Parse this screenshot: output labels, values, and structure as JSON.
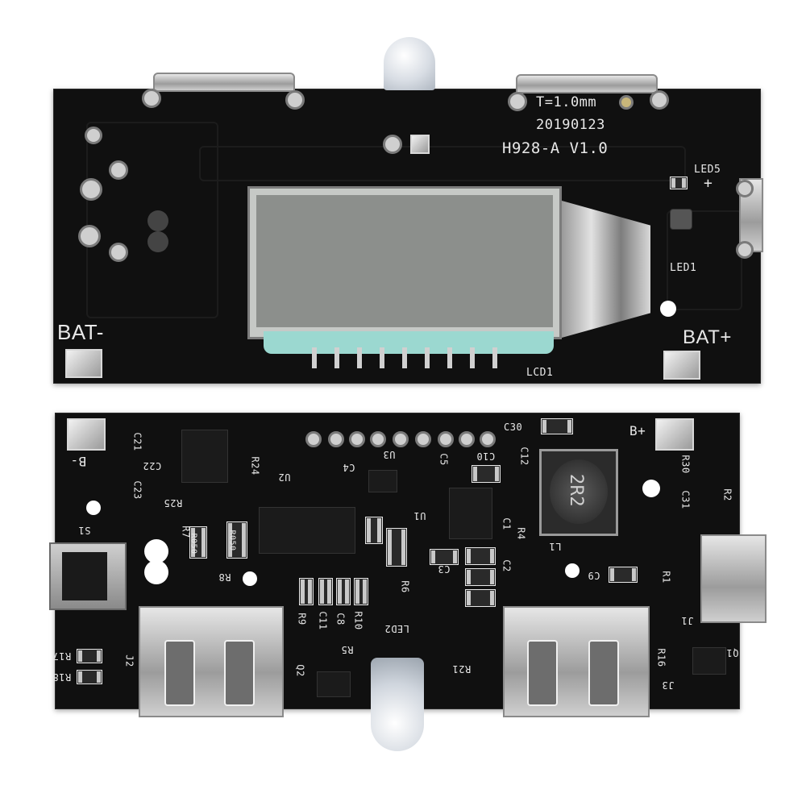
{
  "top_board": {
    "labels": {
      "thickness": "T=1.0mm",
      "date": "20190123",
      "model": "H928-A V1.0",
      "led5": "LED5",
      "plus": "+",
      "led1": "LED1",
      "bat_neg": "BAT-",
      "bat_pos": "BAT+",
      "lcd1": "LCD1"
    }
  },
  "bottom_board": {
    "labels": {
      "c21": "C21",
      "c22": "C22",
      "c23": "C23",
      "r24": "R24",
      "r25": "R25",
      "u2": "U2",
      "u3": "U3",
      "u1": "U1",
      "c4": "C4",
      "c5": "C5",
      "c10": "C10",
      "c30": "C30",
      "c12": "C12",
      "b_plus": "B+",
      "b_minus": "B-",
      "r30": "R30",
      "c31": "C31",
      "r2": "R2",
      "s1": "S1",
      "r7": "R7",
      "r050_a": "R050",
      "r050_b": "R050",
      "r8": "R8",
      "r6": "R6",
      "r9": "R9",
      "c11": "C11",
      "c8": "C8",
      "r10": "R10",
      "c3": "C3",
      "r4": "R4",
      "c2": "C2",
      "c1": "C1",
      "l1": "L1",
      "inductor": "2R2",
      "c9": "C9",
      "r1": "R1",
      "j1": "J1",
      "led2": "LED2",
      "r5": "R5",
      "q2": "Q2",
      "r21": "R21",
      "j2": "J2",
      "r17": "R17",
      "r18": "R18",
      "r16": "R16",
      "q1": "Q1",
      "j3": "J3"
    }
  },
  "colors": {
    "pcb": "#101010",
    "silkscreen": "#e8e8e8",
    "lcd": "#8c8f8c",
    "metal": "#c8c8c8"
  }
}
